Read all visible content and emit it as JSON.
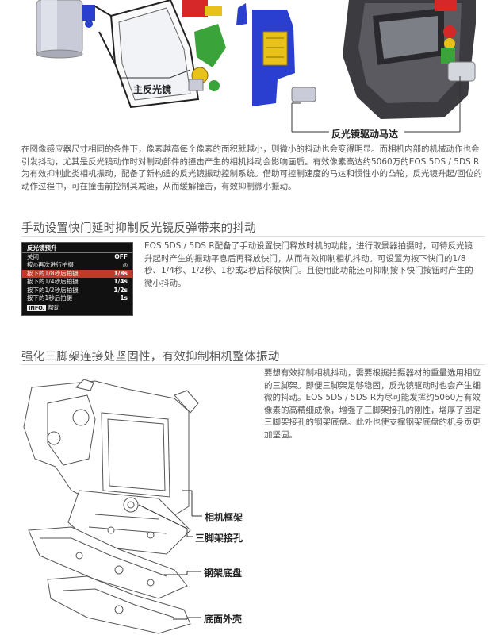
{
  "top_figure": {
    "label_mirror": "主反光镜",
    "label_motor": "反光镜驱动马达"
  },
  "intro_paragraph": "在图像感应器尺寸相同的条件下，像素越高每个像素的面积就越小，则微小的抖动也会变得明显。而相机内部的机械动作也会引发抖动，尤其是反光镜动作时对制动部件的撞击产生的相机抖动会影响画质。有效像素高达约5060万的EOS 5DS / 5DS R为有效抑制此类相机振动，配备了新构造的反光镜振动控制系统。借助可控制速度的马达和惯性小的凸轮，反光镜升起/回位的动作过程中，可在撞击前控制其减速，从而缓解撞击，有效抑制微小振动。",
  "section1": {
    "heading": "手动设置快门延时抑制反光镜反弹带来的抖动",
    "paragraph": "EOS 5DS / 5DS R配备了手动设置快门释放时机的功能，进行取景器拍摄时，可待反光镜升起时产生的振动平息后再释放快门，从而有效抑制相机抖动。可设置为按下快门的1/8秒、1/4秒、1/2秒、1秒或2秒后释放快门。且使用此功能还可抑制按下快门按钮时产生的微小抖动。",
    "menu": {
      "title": "反光镜预升",
      "rows": [
        {
          "label": "关闭",
          "value": "OFF"
        },
        {
          "label": "按◎再次进行拍摄",
          "value": "◎"
        },
        {
          "label": "按下的1/8秒后拍摄",
          "value": "1/8s"
        },
        {
          "label": "按下的1/4秒后拍摄",
          "value": "1/4s"
        },
        {
          "label": "按下的1/2秒后拍摄",
          "value": "1/2s"
        },
        {
          "label": "按下的1秒后拍摄",
          "value": "1s"
        }
      ],
      "selected_index": 2,
      "info_key": "INFO.",
      "info_label": "帮助"
    }
  },
  "section2": {
    "heading": "强化三脚架连接处坚固性，有效抑制相机整体振动",
    "paragraph": "要想有效抑制相机抖动，需要根据拍摄器材的重量选用相应的三脚架。即便三脚架足够稳固，反光镜驱动时也会产生细微的抖动。EOS 5DS / 5DS R为尽可能发挥约5060万有效像素的高精细成像，增强了三脚架接孔的刚性，增厚了固定三脚架接孔的钢架底盘。此外也使支撑钢架底盘的机身页更加坚固。",
    "labels": [
      "相机框架",
      "三脚架接孔",
      "钢架底盘",
      "底面外壳"
    ]
  },
  "colors": {
    "blue_part": "#2a3fd0",
    "green_part": "#3aa33a",
    "yellow_part": "#e8c21a",
    "red_part": "#d62828",
    "callout_line": "#333333"
  }
}
